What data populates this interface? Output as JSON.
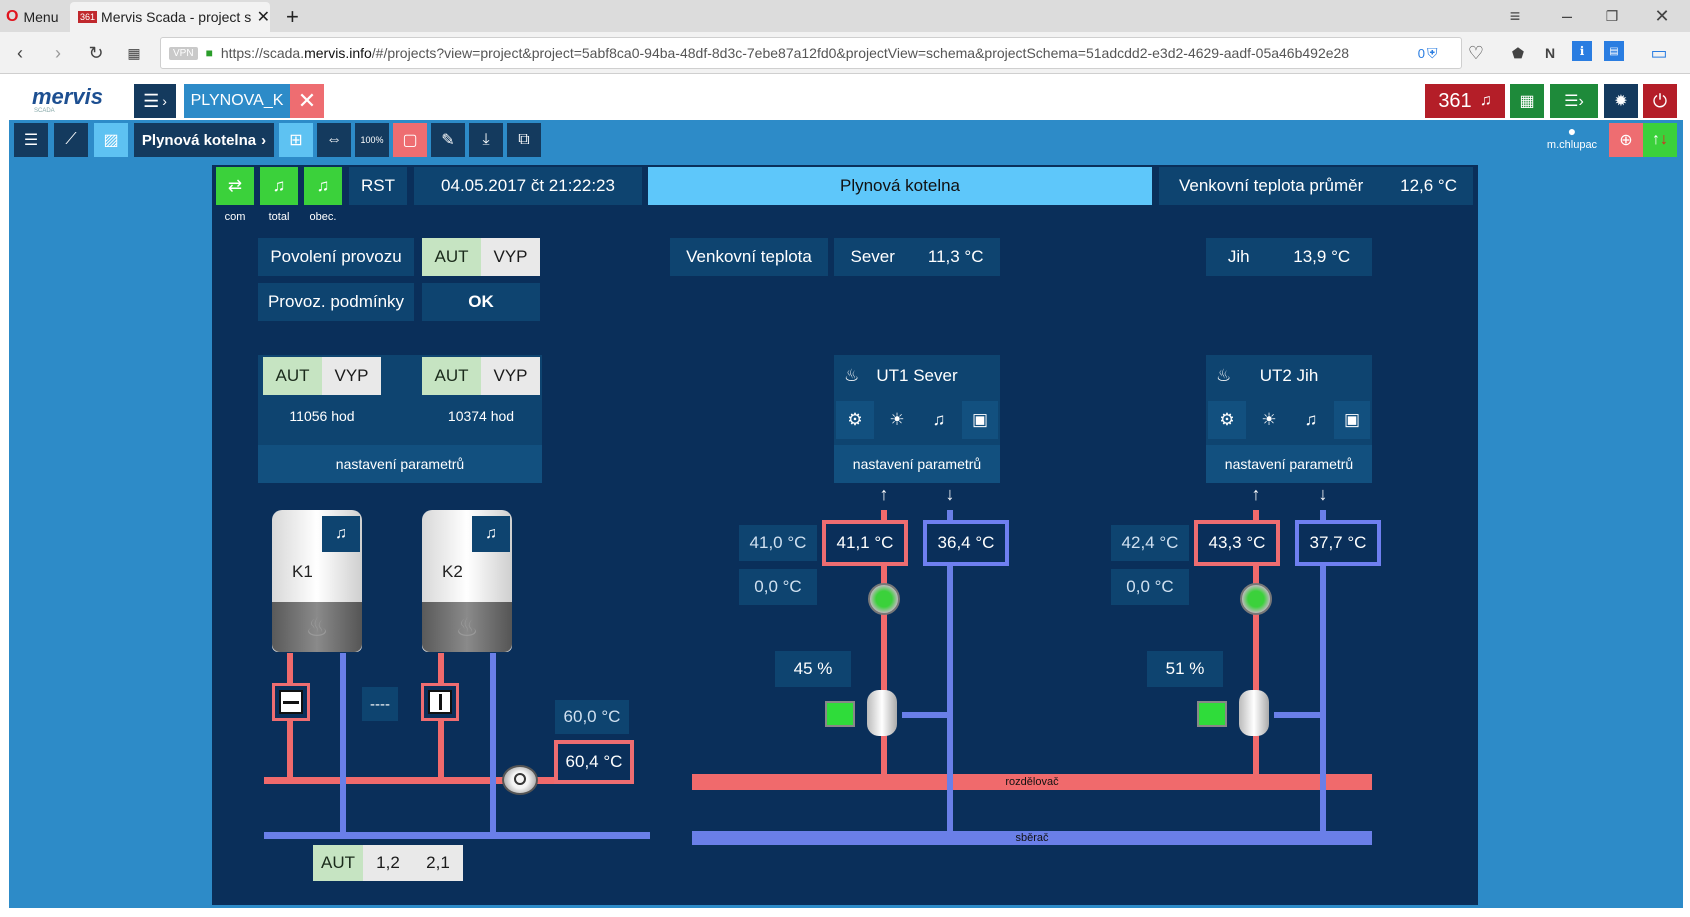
{
  "browser": {
    "menu_label": "Menu",
    "tab_title": "Mervis Scada - project sch",
    "tab_badge": "361",
    "url_prefix": "https://scada.",
    "url_domain": "mervis.info",
    "url_rest": "/#/projects?view=project&project=5abf8ca0-94ba-48df-8d3c-7ebe87a12fd0&projectView=schema&projectSchema=51adcdd2-e3d2-4629-aadf-05a46b492e28",
    "vpn_label": "VPN",
    "url_count": "0"
  },
  "header": {
    "logo": "mervis",
    "logo_sub": "SCADA",
    "project_tab": "PLYNOVA_K",
    "alarm_count": "361"
  },
  "toolbar": {
    "breadcrumb": "Plynová kotelna",
    "user": "m.chlupac"
  },
  "status": {
    "com_label": "com",
    "total_label": "total",
    "obec_label": "obec.",
    "rst_label": "RST",
    "datetime": "04.05.2017 čt 21:22:23",
    "title": "Plynová kotelna",
    "avg_temp_label": "Venkovní teplota průměr",
    "avg_temp_value": "12,6 °C"
  },
  "operation": {
    "permit_label": "Povolení provozu",
    "conditions_label": "Provoz. podmínky",
    "conditions_value": "OK",
    "aut": "AUT",
    "vyp": "VYP"
  },
  "outdoor": {
    "label": "Venkovní teplota",
    "north_label": "Sever",
    "north_value": "11,3 °C",
    "south_label": "Jih",
    "south_value": "13,9 °C"
  },
  "boilers": {
    "k1_hours": "11056 hod",
    "k2_hours": "10374 hod",
    "settings": "nastavení parametrů",
    "k1_name": "K1",
    "k2_name": "K2",
    "separator": "----",
    "supply_setpoint": "60,0 °C",
    "supply_value": "60,4 °C",
    "bottom_aut": "AUT",
    "bottom_v1": "1,2",
    "bottom_v2": "2,1"
  },
  "ut1": {
    "title": "UT1 Sever",
    "settings": "nastavení parametrů",
    "setpoint": "41,0 °C",
    "offset": "0,0 °C",
    "supply": "41,1 °C",
    "return": "36,4 °C",
    "valve": "45 %"
  },
  "ut2": {
    "title": "UT2 Jih",
    "settings": "nastavení parametrů",
    "setpoint": "42,4 °C",
    "offset": "0,0 °C",
    "supply": "43,3 °C",
    "return": "37,7 °C",
    "valve": "51 %"
  },
  "pipes": {
    "distributor": "rozdělovač",
    "collector": "sběrač"
  },
  "colors": {
    "accent_blue": "#2d8bc8",
    "scada_bg": "#0a2f5a",
    "supply_pipe": "#f06a6c",
    "return_pipe": "#6a7fe8",
    "ok_green": "#3bd13b",
    "alarm_red": "#b41e28"
  }
}
